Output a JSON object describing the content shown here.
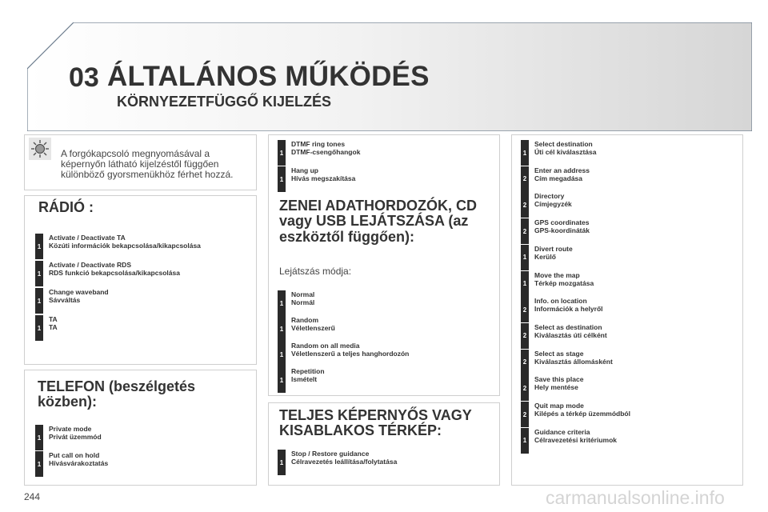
{
  "header": {
    "chapter": "03",
    "title": "ÁLTALÁNOS MŰKÖDÉS",
    "subtitle": "KÖRNYEZETFÜGGŐ KIJELZÉS"
  },
  "intro": {
    "icon": "rotary-knob-icon",
    "text": "A forgókapcsoló megnyomásával a képernyőn látható kijelzéstől függően különböző gyorsmenükhöz férhet hozzá."
  },
  "radio": {
    "title": "RÁDIÓ :",
    "items": [
      {
        "num": "1",
        "en": "Activate / Deactivate TA",
        "hu": "Közúti információk bekapcsolása/kikapcsolása"
      },
      {
        "num": "1",
        "en": "Activate / Deactivate RDS",
        "hu": "RDS funkció bekapcsolása/kikapcsolása"
      },
      {
        "num": "1",
        "en": "Change waveband",
        "hu": "Sávváltás"
      },
      {
        "num": "1",
        "en": "TA",
        "hu": "TA"
      }
    ]
  },
  "phone": {
    "title_line1": "TELEFON (beszélgetés",
    "title_line2": "közben):",
    "items": [
      {
        "num": "1",
        "en": "Private mode",
        "hu": "Privát üzemmód"
      },
      {
        "num": "1",
        "en": "Put call on hold",
        "hu": "Hívásvárakoztatás"
      }
    ]
  },
  "phone_extra": {
    "items": [
      {
        "num": "1",
        "en": "DTMF ring tones",
        "hu": "DTMF-csengőhangok"
      },
      {
        "num": "1",
        "en": "Hang up",
        "hu": "Hívás megszakítása"
      }
    ]
  },
  "media": {
    "title_line1": "ZENEI ADATHORDOZÓK, CD",
    "title_line2": "vagy USB LEJÁTSZÁSA (az",
    "title_line3": "eszköztől függően):",
    "mode_label": "Lejátszás módja:",
    "items": [
      {
        "num": "1",
        "en": "Normal",
        "hu": "Normál"
      },
      {
        "num": "1",
        "en": "Random",
        "hu": "Véletlenszerű"
      },
      {
        "num": "1",
        "en": "Random on all media",
        "hu": "Véletlenszerű a teljes hanghordozón"
      },
      {
        "num": "1",
        "en": "Repetition",
        "hu": "Ismételt"
      }
    ]
  },
  "map": {
    "title_line1": "TELJES KÉPERNYŐS VAGY",
    "title_line2": "KISABLAKOS TÉRKÉP:",
    "items": [
      {
        "num": "1",
        "en": "Stop / Restore guidance",
        "hu": "Célravezetés leállítása/folytatása"
      }
    ]
  },
  "nav": {
    "items": [
      {
        "num": "1",
        "en": "Select destination",
        "hu": "Úti cél kiválasztása"
      },
      {
        "num": "2",
        "en": "Enter an address",
        "hu": "Cím megadása"
      },
      {
        "num": "2",
        "en": "Directory",
        "hu": "Címjegyzék"
      },
      {
        "num": "2",
        "en": "GPS coordinates",
        "hu": "GPS-koordináták"
      },
      {
        "num": "1",
        "en": "Divert route",
        "hu": "Kerülő"
      },
      {
        "num": "1",
        "en": "Move the map",
        "hu": "Térkép mozgatása"
      },
      {
        "num": "2",
        "en": "Info. on location",
        "hu": "Információk a helyről"
      },
      {
        "num": "2",
        "en": "Select as destination",
        "hu": "Kiválasztás úti célként"
      },
      {
        "num": "2",
        "en": "Select as stage",
        "hu": "Kiválasztás állomásként"
      },
      {
        "num": "2",
        "en": "Save this place",
        "hu": "Hely mentése"
      },
      {
        "num": "2",
        "en": "Quit map mode",
        "hu": "Kilépés a térkép üzemmódból"
      },
      {
        "num": "1",
        "en": "Guidance criteria",
        "hu": "Célravezetési kritériumok"
      }
    ]
  },
  "footer": {
    "page": "244",
    "watermark": "carmanualsonline.info"
  }
}
